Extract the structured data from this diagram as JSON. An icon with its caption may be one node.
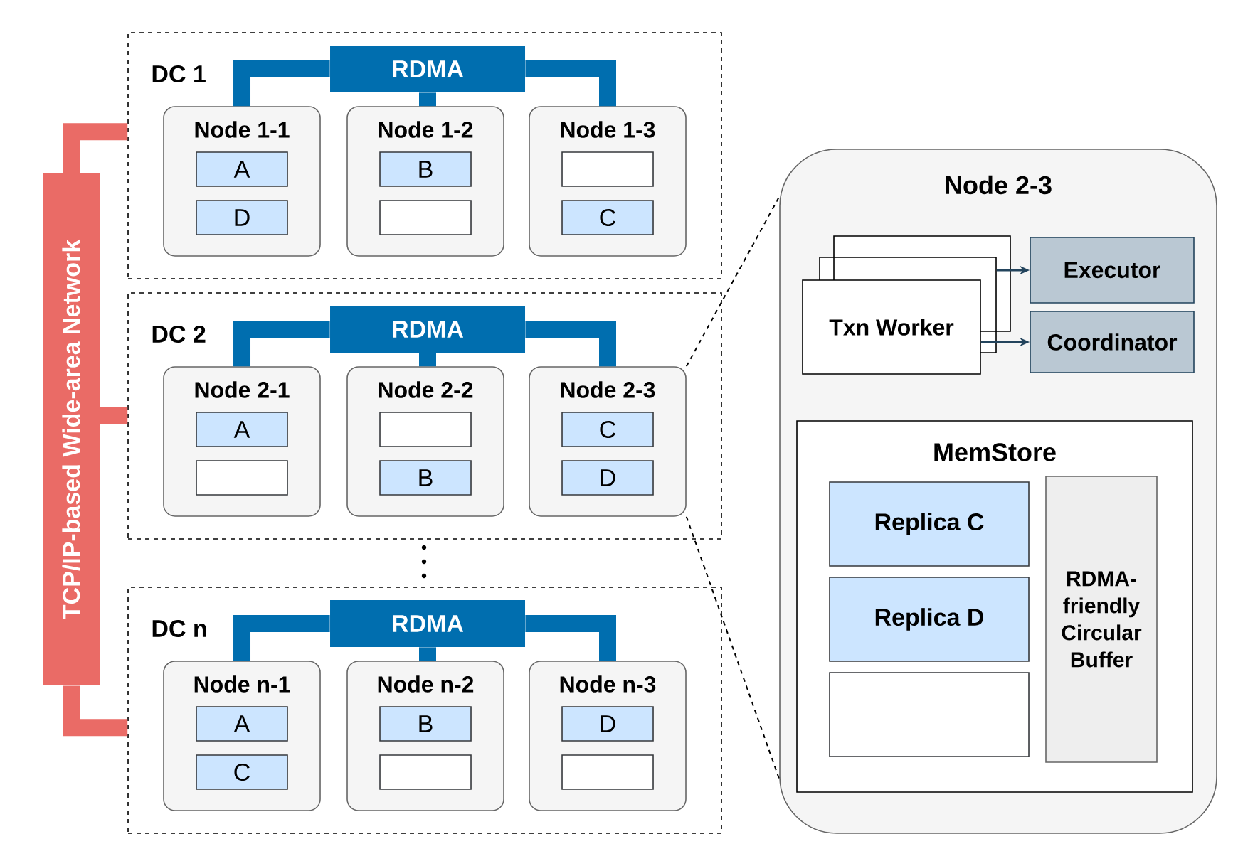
{
  "diagram": {
    "nodes": [
      {
        "text": [
          "TCP/IP-based Wide-area Network"
        ]
      },
      {
        "text": [
          "DC 1"
        ]
      },
      {
        "text": [
          "RDMA"
        ],
        "in": 1
      },
      {
        "text": [
          "Node 1-1"
        ],
        "in": 1
      },
      {
        "text": [
          "A"
        ],
        "in": 3
      },
      {
        "text": [
          "D"
        ],
        "in": 3
      },
      {
        "text": [
          "Node 1-2"
        ],
        "in": 1
      },
      {
        "text": [
          "B"
        ],
        "in": 6
      },
      {
        "text": [],
        "shape": "box",
        "in": 6
      },
      {
        "text": [
          "Node 1-3"
        ],
        "in": 1
      },
      {
        "text": [],
        "shape": "box",
        "in": 9
      },
      {
        "text": [
          "C"
        ],
        "in": 9
      },
      {
        "text": [
          "DC 2"
        ]
      },
      {
        "text": [
          "RDMA"
        ],
        "in": 12
      },
      {
        "text": [
          "Node 2-1"
        ],
        "in": 12
      },
      {
        "text": [
          "A"
        ],
        "in": 14
      },
      {
        "text": [],
        "shape": "box",
        "in": 14
      },
      {
        "text": [
          "Node 2-2"
        ],
        "in": 12
      },
      {
        "text": [],
        "shape": "box",
        "in": 17
      },
      {
        "text": [
          "B"
        ],
        "in": 17
      },
      {
        "text": [
          "Node 2-3"
        ],
        "in": 12
      },
      {
        "text": [
          "C"
        ],
        "in": 20
      },
      {
        "text": [
          "D"
        ],
        "in": 20
      },
      {
        "text": [
          "DC n"
        ]
      },
      {
        "text": [
          "RDMA"
        ],
        "in": 23
      },
      {
        "text": [
          "Node n-1"
        ],
        "in": 23
      },
      {
        "text": [
          "A"
        ],
        "in": 25
      },
      {
        "text": [
          "C"
        ],
        "in": 25
      },
      {
        "text": [
          "Node n-2"
        ],
        "in": 23
      },
      {
        "text": [
          "B"
        ],
        "in": 28
      },
      {
        "text": [],
        "shape": "box",
        "in": 28
      },
      {
        "text": [
          "Node n-3"
        ],
        "in": 23
      },
      {
        "text": [
          "D"
        ],
        "in": 31
      },
      {
        "text": [],
        "shape": "box",
        "in": 31
      },
      {
        "text": [
          "Node 2-3"
        ]
      },
      {
        "text": [
          "Txn Worker"
        ],
        "in": 34
      },
      {
        "text": [
          "Executor"
        ],
        "in": 34
      },
      {
        "text": [
          "Coordinator"
        ],
        "in": 34
      },
      {
        "text": [
          "MemStore"
        ],
        "in": 34
      },
      {
        "text": [
          "Replica C"
        ],
        "in": 38
      },
      {
        "text": [
          "Replica D"
        ],
        "in": 38
      },
      {
        "text": [],
        "shape": "box",
        "in": 38
      },
      {
        "text": [
          "RDMA-friendly Circular Buffer"
        ],
        "in": 38
      }
    ],
    "edges": [
      {
        "from": 0,
        "to": 1,
        "arrow": "none",
        "color": "#ea6b66"
      },
      {
        "from": 0,
        "to": 12,
        "arrow": "none",
        "color": "#ea6b66"
      },
      {
        "from": 0,
        "to": 23,
        "arrow": "none",
        "color": "#ea6b66"
      },
      {
        "from": 2,
        "to": 3,
        "arrow": "none",
        "color": "#006eaf"
      },
      {
        "from": 2,
        "to": 6,
        "arrow": "none",
        "color": "#006eaf"
      },
      {
        "from": 2,
        "to": 9,
        "arrow": "none",
        "color": "#006eaf"
      },
      {
        "from": 13,
        "to": 14,
        "arrow": "none",
        "color": "#006eaf"
      },
      {
        "from": 13,
        "to": 17,
        "arrow": "none",
        "color": "#006eaf"
      },
      {
        "from": 13,
        "to": 20,
        "arrow": "none",
        "color": "#006eaf"
      },
      {
        "from": 24,
        "to": 25,
        "arrow": "none",
        "color": "#006eaf"
      },
      {
        "from": 24,
        "to": 28,
        "arrow": "none",
        "color": "#006eaf"
      },
      {
        "from": 24,
        "to": 31,
        "arrow": "none",
        "color": "#006eaf"
      },
      {
        "from": 35,
        "to": 36,
        "arrow": "to",
        "color": "#23445d"
      },
      {
        "from": 35,
        "to": 37,
        "arrow": "to",
        "color": "#23445d"
      },
      {
        "from": 20,
        "to": 34,
        "arrow": "none",
        "style": "dashed",
        "color": "#000000"
      },
      {
        "from": 20,
        "to": 34,
        "arrow": "none",
        "style": "dashed",
        "color": "#000000"
      }
    ]
  }
}
